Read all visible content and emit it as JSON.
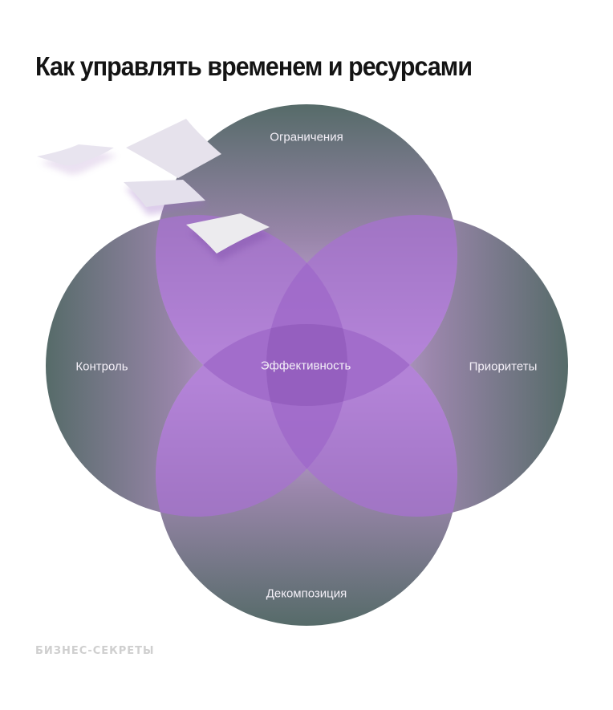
{
  "title": "Как управлять временем и ресурсами",
  "brand": "БИЗНЕС-СЕКРЕТЫ",
  "diagram": {
    "type": "venn-4",
    "center_label": "Эффективность",
    "circles": [
      {
        "id": "top",
        "label": "Ограничения"
      },
      {
        "id": "left",
        "label": "Контроль"
      },
      {
        "id": "right",
        "label": "Приоритеты"
      },
      {
        "id": "bottom",
        "label": "Декомпозиция"
      }
    ]
  },
  "colors": {
    "outer": "#5a6e6c",
    "inner": "#d8b8ec",
    "overlap": "#9d68c8",
    "title": "#141414",
    "brand": "#cfcfcf"
  },
  "decoration": "flying-paper-sheets"
}
